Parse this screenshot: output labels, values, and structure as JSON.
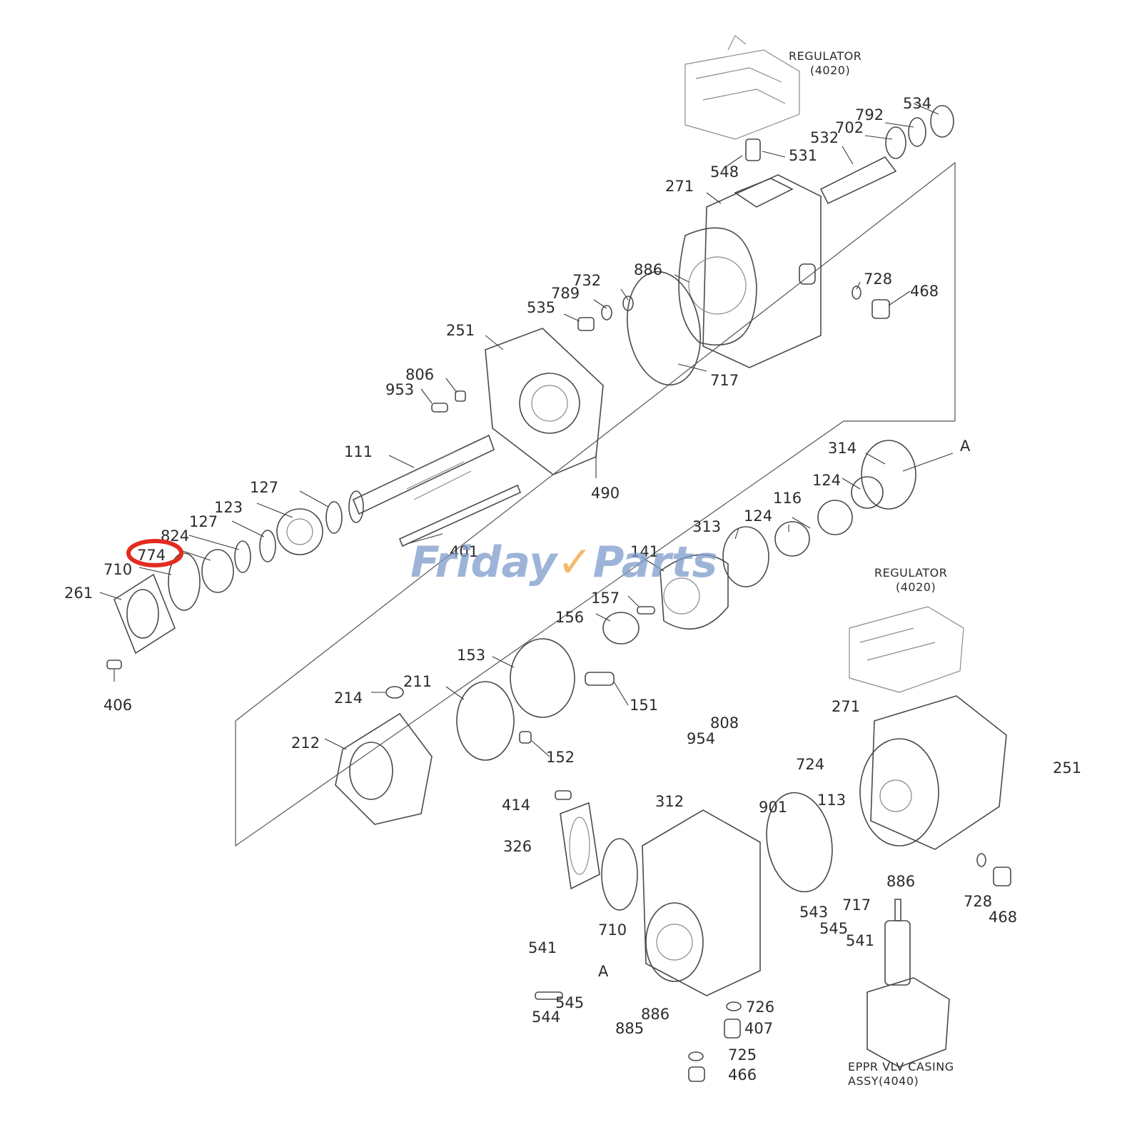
{
  "colors": {
    "highlight": "#e32b1f",
    "watermark_blue": "#7d9ccc",
    "watermark_orange": "#f0a23a",
    "line": "#4a4a4a"
  },
  "watermark": {
    "first": "Friday",
    "second": "Parts",
    "accent_icon": "orange-check-stroke"
  },
  "notes": {
    "regulator_top_line1": "REGULATOR",
    "regulator_top_line2": "(4020)",
    "regulator_right_line1": "REGULATOR",
    "regulator_right_line2": "(4020)",
    "eppr_line1": "EPPR VLV CASING",
    "eppr_line2": "ASSY(4040)"
  },
  "highlighted_part": "774",
  "callouts": [
    "534",
    "792",
    "702",
    "532",
    "531",
    "548",
    "271",
    "886",
    "732",
    "789",
    "535",
    "728",
    "468",
    "251",
    "717",
    "806",
    "953",
    "111",
    "490",
    "314",
    "A",
    "127",
    "123",
    "127",
    "824",
    "774",
    "710",
    "261",
    "406",
    "124",
    "116",
    "313",
    "124",
    "401",
    "141",
    "157",
    "156",
    "153",
    "211",
    "214",
    "212",
    "151",
    "152",
    "271",
    "808",
    "954",
    "724",
    "251",
    "414",
    "312",
    "901",
    "113",
    "326",
    "886",
    "717",
    "728",
    "468",
    "710",
    "543",
    "545",
    "541",
    "541",
    "A",
    "544",
    "545",
    "885",
    "886",
    "726",
    "407",
    "725",
    "466"
  ]
}
